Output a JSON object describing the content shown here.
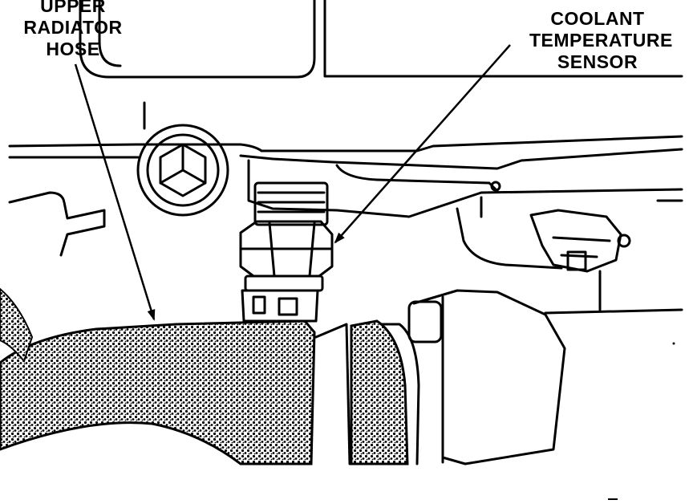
{
  "labels": {
    "upper_radiator_hose": [
      "UPPER",
      "RADIATOR",
      "HOSE"
    ],
    "coolant_temperature_sensor": [
      "COOLANT",
      "TEMPERATURE",
      "SENSOR"
    ]
  },
  "colors": {
    "ink": "#000000",
    "paper": "#ffffff"
  }
}
